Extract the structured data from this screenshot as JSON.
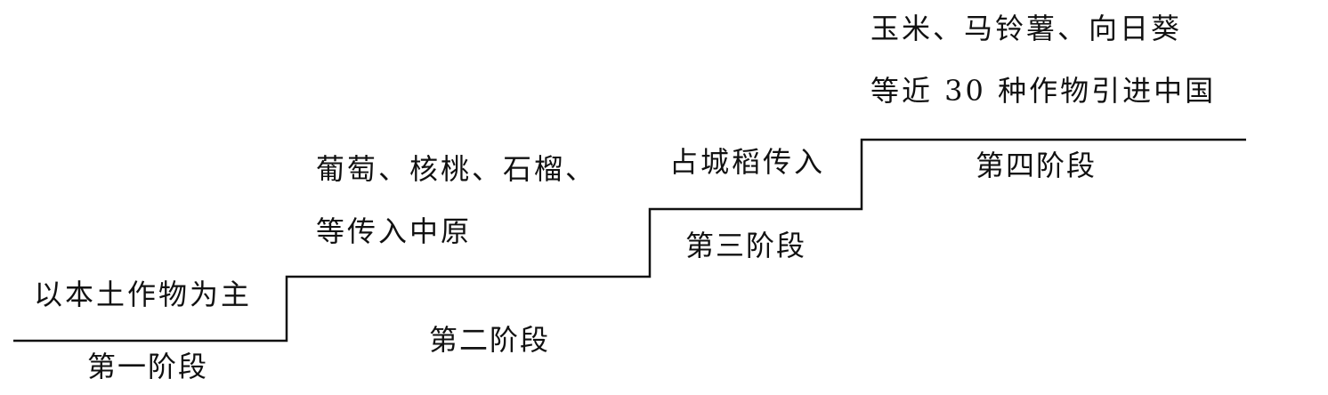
{
  "colors": {
    "line": "#111111",
    "text": "#111111",
    "background": "#ffffff"
  },
  "stages": [
    {
      "label": "第一阶段",
      "description_lines": [
        "以本土作物为主"
      ]
    },
    {
      "label": "第二阶段",
      "description_lines": [
        "葡萄、核桃、石榴、",
        "等传入中原"
      ]
    },
    {
      "label": "第三阶段",
      "description_lines": [
        "占城稻传入"
      ]
    },
    {
      "label": "第四阶段",
      "description_lines": [
        "玉米、马铃薯、向日葵",
        "等近 30 种作物引进中国"
      ]
    }
  ]
}
